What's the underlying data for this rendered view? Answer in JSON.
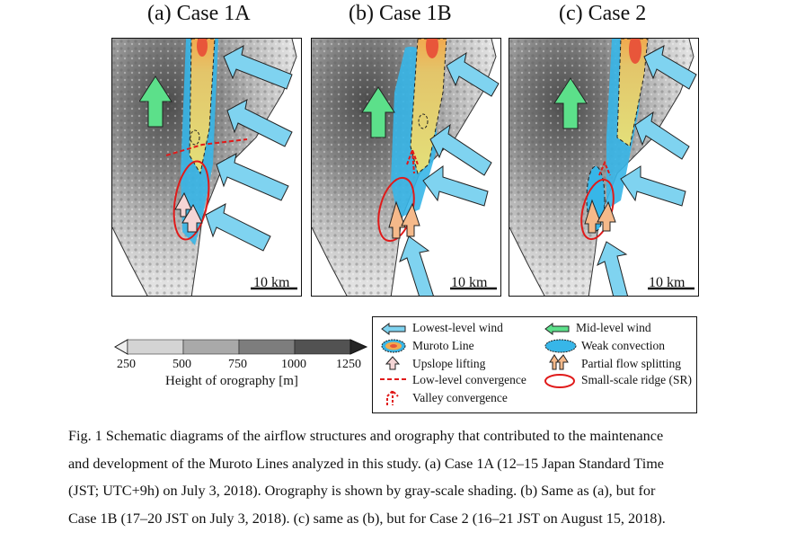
{
  "panels": [
    {
      "title": "(a) Case 1A",
      "scale": "10 km"
    },
    {
      "title": "(b) Case 1B",
      "scale": "10 km"
    },
    {
      "title": "(c) Case 2",
      "scale": "10 km"
    }
  ],
  "colorbar": {
    "ticks": [
      "250",
      "500",
      "750",
      "1000",
      "1250"
    ],
    "title": "Height of orography [m]",
    "colors": [
      "#d4d4d4",
      "#a9a9a9",
      "#7d7d7d",
      "#525252",
      "#262626"
    ]
  },
  "legend": {
    "lowest_wind": "Lowest-level wind",
    "mid_wind": "Mid-level wind",
    "muroto_line": "Muroto Line",
    "weak_convection": "Weak convection",
    "upslope": "Upslope lifting",
    "splitting": "Partial flow splitting",
    "low_conv": "Low-level convergence",
    "ridge": "Small-scale ridge (SR)",
    "valley_conv": "Valley convergence"
  },
  "colors": {
    "lowest_wind": "#7fd3f0",
    "mid_wind": "#5ce08a",
    "weak_convection": "#37b6e8",
    "muroto_yellow": "#e3e07a",
    "muroto_orange": "#f2a94e",
    "muroto_red": "#e8563a",
    "splitting": "#f5b98a",
    "ridge_red": "#e01a1a"
  },
  "caption": {
    "line1": "Fig. 1 Schematic diagrams of the airflow structures and orography that contributed to the maintenance",
    "line2": "and development of the Muroto Lines analyzed in this study. (a) Case 1A (12–15 Japan Standard Time",
    "line3": "(JST; UTC+9h) on July 3, 2018). Orography is shown by gray-scale shading. (b) Same as (a), but for",
    "line4": "Case 1B (17–20 JST on July 3, 2018). (c) same as (b), but for Case 2 (16–21 JST on August 15, 2018)."
  }
}
